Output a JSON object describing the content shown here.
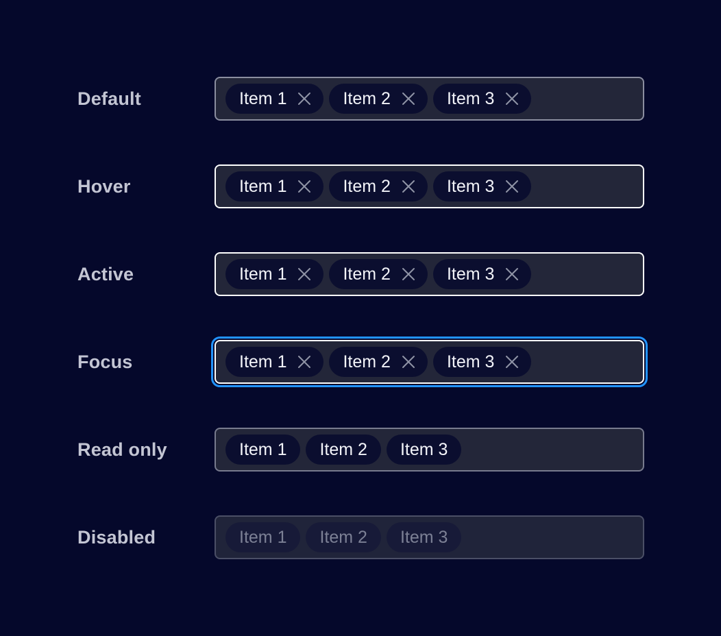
{
  "component": {
    "name": "Multi-input token field states",
    "close_icon": "decline-icon"
  },
  "theme": {
    "page_background": "#05082B",
    "field_background": "#232639",
    "chip_background": "#0B0E2F",
    "border_default": "#8B8EA0",
    "border_hover": "#FFFFFF",
    "border_active": "#FFFFFF",
    "border_focus": "#FFFFFF",
    "focus_ring": "#2293FF",
    "border_readonly": "#787B8E",
    "border_disabled": "#4B4F66",
    "label_color": "#C3C5D3",
    "chip_text_color": "#F2F3F8",
    "chip_text_disabled": "#7C8095",
    "close_icon_color": "#9094A6"
  },
  "rows": [
    {
      "state": "default",
      "label": "Default",
      "removable": true,
      "items": [
        "Item 1",
        "Item 2",
        "Item 3"
      ]
    },
    {
      "state": "hover",
      "label": "Hover",
      "removable": true,
      "items": [
        "Item 1",
        "Item 2",
        "Item 3"
      ]
    },
    {
      "state": "active",
      "label": "Active",
      "removable": true,
      "items": [
        "Item 1",
        "Item 2",
        "Item 3"
      ]
    },
    {
      "state": "focus",
      "label": "Focus",
      "removable": true,
      "items": [
        "Item 1",
        "Item 2",
        "Item 3"
      ]
    },
    {
      "state": "readonly",
      "label": "Read only",
      "removable": false,
      "items": [
        "Item 1",
        "Item 2",
        "Item 3"
      ]
    },
    {
      "state": "disabled",
      "label": "Disabled",
      "removable": false,
      "items": [
        "Item 1",
        "Item 2",
        "Item 3"
      ]
    }
  ]
}
